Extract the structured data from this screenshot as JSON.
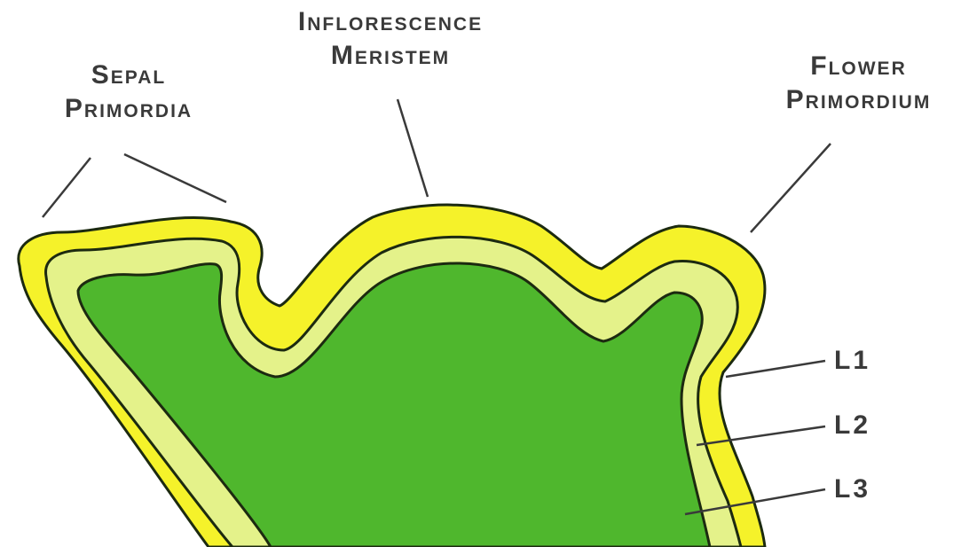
{
  "labels": {
    "sepal_primordia": [
      "Sepal",
      "Primordia"
    ],
    "inflorescence_meristem": [
      "Inflorescence",
      "Meristem"
    ],
    "flower_primordium": [
      "Flower",
      "Primordium"
    ]
  },
  "layers": [
    "L1",
    "L2",
    "L3"
  ],
  "colors": {
    "outer_layer": "#f5f22a",
    "middle_layer": "#e4f28a",
    "core": "#4fb72d",
    "outline": "#1c2a10",
    "leader_line": "#3a3a3a",
    "text": "#3a3a3a"
  }
}
